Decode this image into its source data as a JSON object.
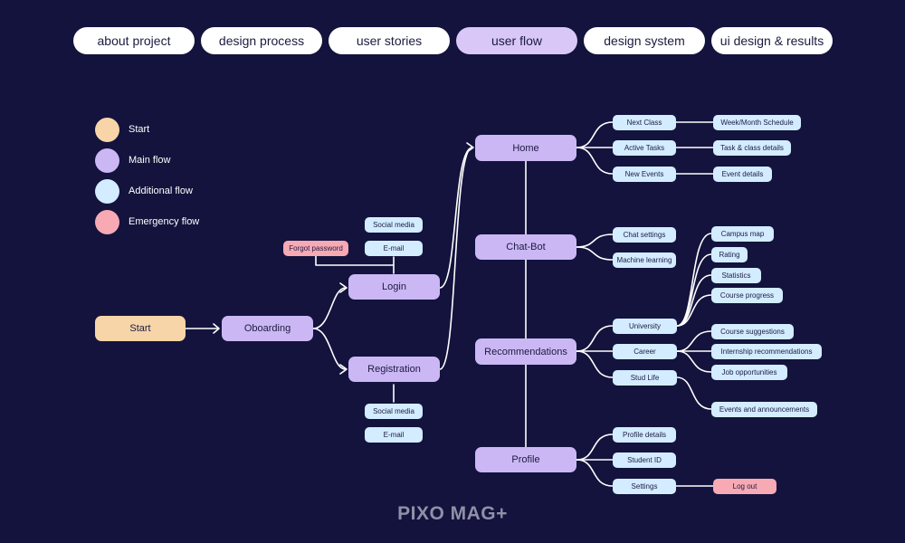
{
  "nav": {
    "tabs": [
      {
        "label": "about project"
      },
      {
        "label": "design process"
      },
      {
        "label": "user stories"
      },
      {
        "label": "user flow",
        "active": true
      },
      {
        "label": "design system"
      },
      {
        "label": "ui design & results"
      }
    ]
  },
  "legend": {
    "items": [
      {
        "label": "Start",
        "color": "#f7d5a8"
      },
      {
        "label": "Main flow",
        "color": "#cbb7f4"
      },
      {
        "label": "Additional flow",
        "color": "#d3ecff"
      },
      {
        "label": "Emergency flow",
        "color": "#f7a9b4"
      }
    ]
  },
  "flow": {
    "start": "Start",
    "onboarding": "Oboarding",
    "login": "Login",
    "registration": "Registration",
    "forgot_password": "Forgot password",
    "login_social": "Social media",
    "login_email": "E-mail",
    "reg_social": "Social media",
    "reg_email": "E-mail",
    "home": "Home",
    "chatbot": "Chat-Bot",
    "recommendations": "Recommendations",
    "profile": "Profile",
    "next_class": "Next Class",
    "week_month_schedule": "Week/Month Schedule",
    "active_tasks": "Active Tasks",
    "task_class_details": "Task & class details",
    "new_events": "New Events",
    "event_details": "Event details",
    "chat_settings": "Chat settings",
    "machine_learning": "Machine learning",
    "university": "University",
    "career": "Career",
    "stud_life": "Stud Life",
    "campus_map": "Campus map",
    "rating": "Rating",
    "statistics": "Statistics",
    "course_progress": "Course progress",
    "course_suggestions": "Course suggestions",
    "internship_recommendations": "Internship recommendations",
    "job_opportunities": "Job opportunities",
    "events_announcements": "Events and announcements",
    "profile_details": "Profile details",
    "student_id": "Student ID",
    "settings": "Settings",
    "log_out": "Log out"
  },
  "colors": {
    "background": "#13133d",
    "connector": "#ffffff",
    "start": "#f7d5a8",
    "main": "#cbb7f4",
    "additional": "#d3ecff",
    "emergency": "#f7a9b4"
  },
  "watermark": "PIXO MAG+"
}
